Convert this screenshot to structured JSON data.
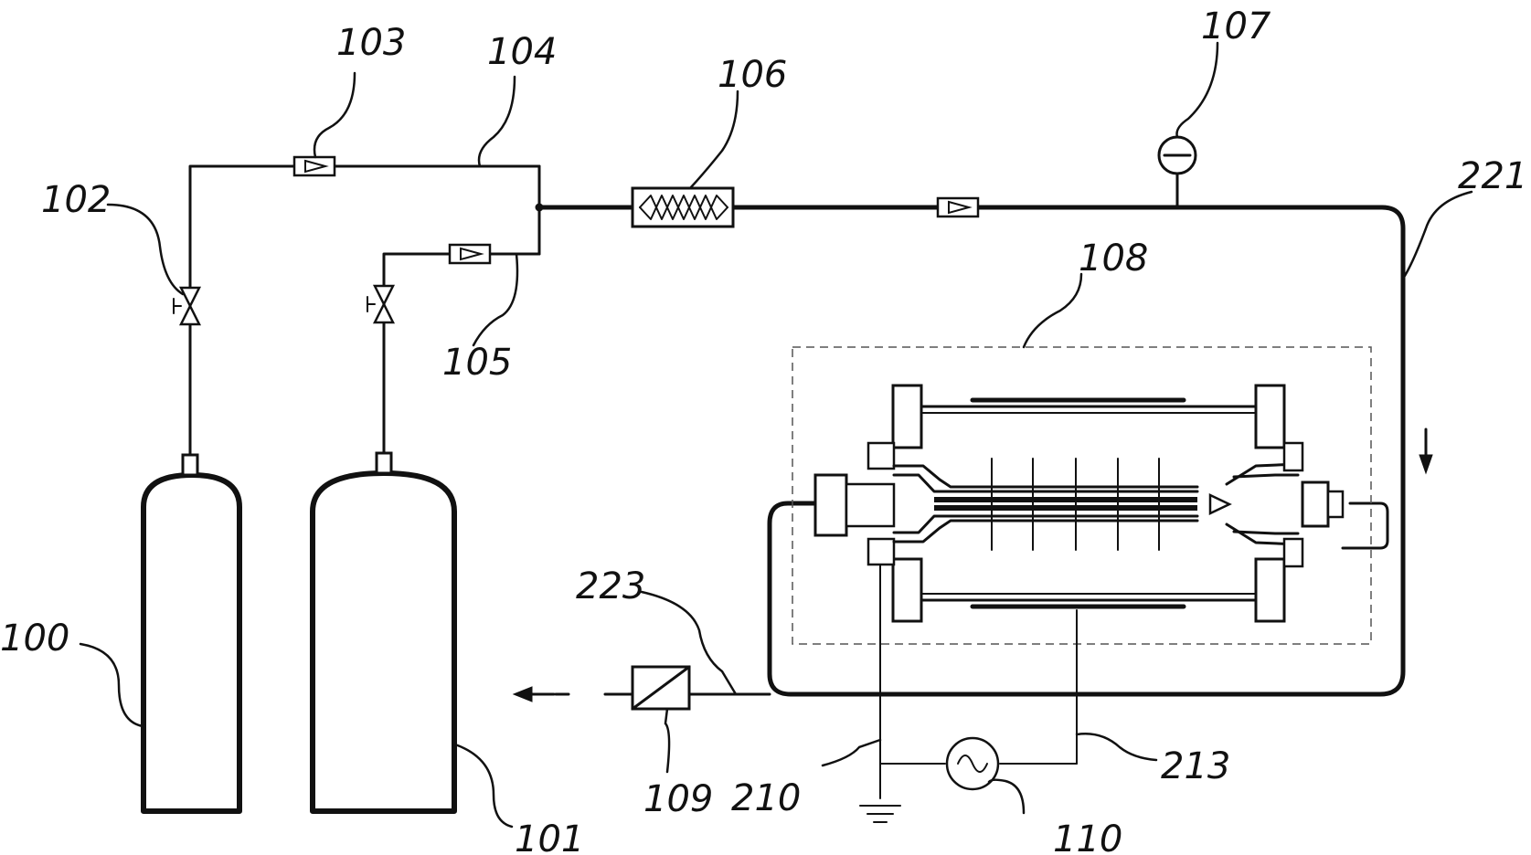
{
  "labels": {
    "l100": "100",
    "l101": "101",
    "l102": "102",
    "l103": "103",
    "l104": "104",
    "l105": "105",
    "l106": "106",
    "l107": "107",
    "l108": "108",
    "l109": "109",
    "l110": "110",
    "l210": "210",
    "l213": "213",
    "l221": "221",
    "l223": "223"
  },
  "colors": {
    "ink": "#111111",
    "background": "#ffffff",
    "dashed_box": "#555555"
  },
  "icons": {
    "valve": "valve-icon",
    "flow_controller": "flow-controller-icon",
    "heat_exchanger": "heat-exchanger-icon",
    "pressure_gauge": "pressure-gauge-icon",
    "filter": "filter-icon",
    "ac_source": "ac-source-icon",
    "ground": "ground-icon",
    "flow_arrow": "arrow-icon"
  }
}
